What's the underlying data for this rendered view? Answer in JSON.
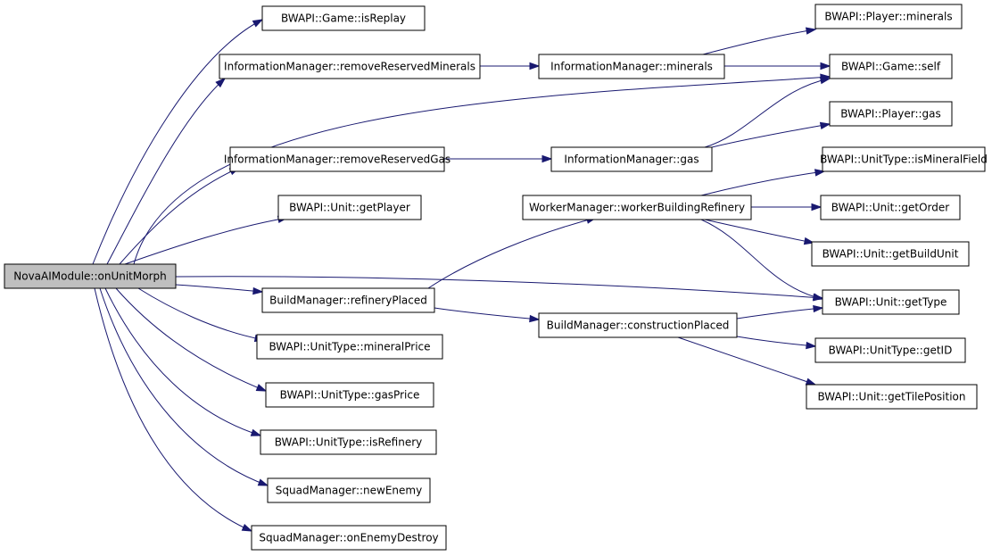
{
  "diagram": {
    "type": "call-graph",
    "colors": {
      "edge": "#191970",
      "root_fill": "#bfbfbf",
      "node_fill": "#ffffff",
      "node_border": "#000000"
    },
    "nodes": [
      {
        "id": "n0",
        "label": "NovaAIModule::onUnitMorph"
      },
      {
        "id": "n1",
        "label": "BWAPI::Game::isReplay"
      },
      {
        "id": "n2",
        "label": "InformationManager::removeReservedMinerals"
      },
      {
        "id": "n3",
        "label": "InformationManager::minerals"
      },
      {
        "id": "n4",
        "label": "BWAPI::Player::minerals"
      },
      {
        "id": "n5",
        "label": "BWAPI::Game::self"
      },
      {
        "id": "n6",
        "label": "InformationManager::removeReservedGas"
      },
      {
        "id": "n7",
        "label": "InformationManager::gas"
      },
      {
        "id": "n8",
        "label": "BWAPI::Player::gas"
      },
      {
        "id": "n9",
        "label": "BWAPI::Unit::getPlayer"
      },
      {
        "id": "n10",
        "label": "BuildManager::refineryPlaced"
      },
      {
        "id": "n11",
        "label": "WorkerManager::workerBuildingRefinery"
      },
      {
        "id": "n12",
        "label": "BWAPI::UnitType::isMineralField"
      },
      {
        "id": "n13",
        "label": "BWAPI::Unit::getOrder"
      },
      {
        "id": "n14",
        "label": "BWAPI::Unit::getBuildUnit"
      },
      {
        "id": "n15",
        "label": "BWAPI::Unit::getType"
      },
      {
        "id": "n16",
        "label": "BuildManager::constructionPlaced"
      },
      {
        "id": "n17",
        "label": "BWAPI::UnitType::getID"
      },
      {
        "id": "n18",
        "label": "BWAPI::Unit::getTilePosition"
      },
      {
        "id": "n19",
        "label": "BWAPI::UnitType::mineralPrice"
      },
      {
        "id": "n20",
        "label": "BWAPI::UnitType::gasPrice"
      },
      {
        "id": "n21",
        "label": "BWAPI::UnitType::isRefinery"
      },
      {
        "id": "n22",
        "label": "SquadManager::newEnemy"
      },
      {
        "id": "n23",
        "label": "SquadManager::onEnemyDestroy"
      }
    ],
    "edges": [
      {
        "from": "n0",
        "to": "n1"
      },
      {
        "from": "n0",
        "to": "n2"
      },
      {
        "from": "n0",
        "to": "n5"
      },
      {
        "from": "n0",
        "to": "n6"
      },
      {
        "from": "n0",
        "to": "n9"
      },
      {
        "from": "n0",
        "to": "n15"
      },
      {
        "from": "n0",
        "to": "n10"
      },
      {
        "from": "n0",
        "to": "n19"
      },
      {
        "from": "n0",
        "to": "n20"
      },
      {
        "from": "n0",
        "to": "n21"
      },
      {
        "from": "n0",
        "to": "n22"
      },
      {
        "from": "n0",
        "to": "n23"
      },
      {
        "from": "n2",
        "to": "n3"
      },
      {
        "from": "n3",
        "to": "n4"
      },
      {
        "from": "n3",
        "to": "n5"
      },
      {
        "from": "n6",
        "to": "n7"
      },
      {
        "from": "n7",
        "to": "n5"
      },
      {
        "from": "n7",
        "to": "n8"
      },
      {
        "from": "n10",
        "to": "n11"
      },
      {
        "from": "n10",
        "to": "n16"
      },
      {
        "from": "n11",
        "to": "n12"
      },
      {
        "from": "n11",
        "to": "n13"
      },
      {
        "from": "n11",
        "to": "n14"
      },
      {
        "from": "n11",
        "to": "n15"
      },
      {
        "from": "n16",
        "to": "n15"
      },
      {
        "from": "n16",
        "to": "n17"
      },
      {
        "from": "n16",
        "to": "n18"
      }
    ]
  }
}
